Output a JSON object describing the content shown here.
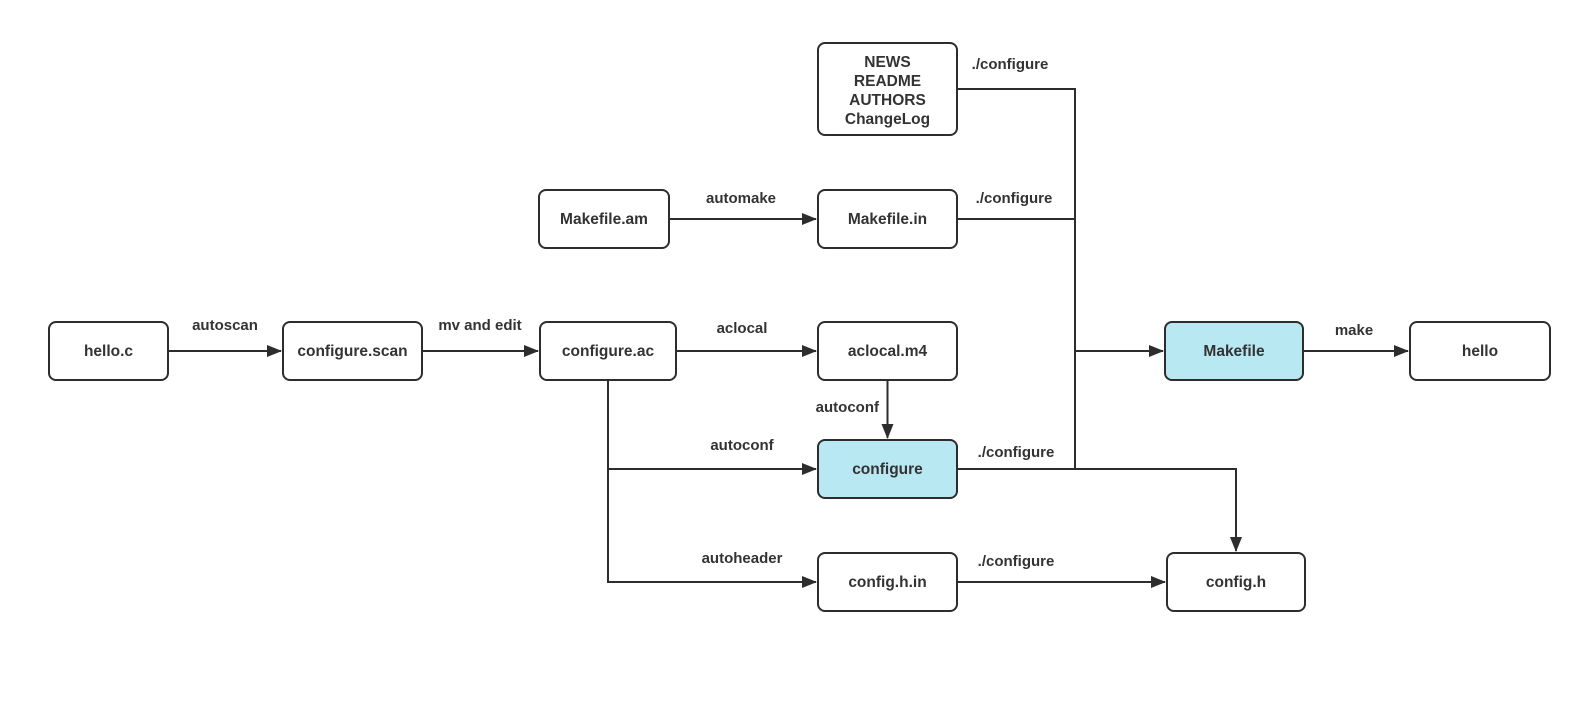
{
  "diagram": {
    "colors": {
      "background": "#ffffff",
      "node_fill": "#ffffff",
      "highlight_fill": "#b8e8f2",
      "stroke": "#2d2d2d",
      "text": "#333333"
    },
    "nodes": {
      "news_files": {
        "lines": [
          "NEWS",
          "README",
          "AUTHORS",
          "ChangeLog"
        ],
        "highlighted": false
      },
      "makefile_am": {
        "label": "Makefile.am",
        "highlighted": false
      },
      "makefile_in": {
        "label": "Makefile.in",
        "highlighted": false
      },
      "hello_c": {
        "label": "hello.c",
        "highlighted": false
      },
      "configure_scan": {
        "label": "configure.scan",
        "highlighted": false
      },
      "configure_ac": {
        "label": "configure.ac",
        "highlighted": false
      },
      "aclocal_m4": {
        "label": "aclocal.m4",
        "highlighted": false
      },
      "makefile": {
        "label": "Makefile",
        "highlighted": true
      },
      "hello": {
        "label": "hello",
        "highlighted": false
      },
      "configure": {
        "label": "configure",
        "highlighted": true
      },
      "config_h_in": {
        "label": "config.h.in",
        "highlighted": false
      },
      "config_h": {
        "label": "config.h",
        "highlighted": false
      }
    },
    "edges": {
      "autoscan": {
        "label": "autoscan",
        "from": "hello.c",
        "to": "configure.scan"
      },
      "mv_and_edit": {
        "label": "mv and edit",
        "from": "configure.scan",
        "to": "configure.ac"
      },
      "automake": {
        "label": "automake",
        "from": "Makefile.am",
        "to": "Makefile.in"
      },
      "aclocal": {
        "label": "aclocal",
        "from": "configure.ac",
        "to": "aclocal.m4"
      },
      "autoconf_from_aclocal_m4": {
        "label": "autoconf",
        "from": "aclocal.m4",
        "to": "configure"
      },
      "autoconf_from_configure_ac": {
        "label": "autoconf",
        "from": "configure.ac",
        "to": "configure"
      },
      "autoheader": {
        "label": "autoheader",
        "from": "configure.ac",
        "to": "config.h.in"
      },
      "configure_from_news": {
        "label": "./configure",
        "from": "NEWS README AUTHORS ChangeLog",
        "to": "Makefile"
      },
      "configure_from_makefile_in": {
        "label": "./configure",
        "from": "Makefile.in",
        "to": "Makefile"
      },
      "configure_to_config_h": {
        "label": "./configure",
        "from": "configure",
        "to": "config.h"
      },
      "configure_from_config_h_in": {
        "label": "./configure",
        "from": "config.h.in",
        "to": "config.h"
      },
      "make": {
        "label": "make",
        "from": "Makefile",
        "to": "hello"
      }
    }
  }
}
